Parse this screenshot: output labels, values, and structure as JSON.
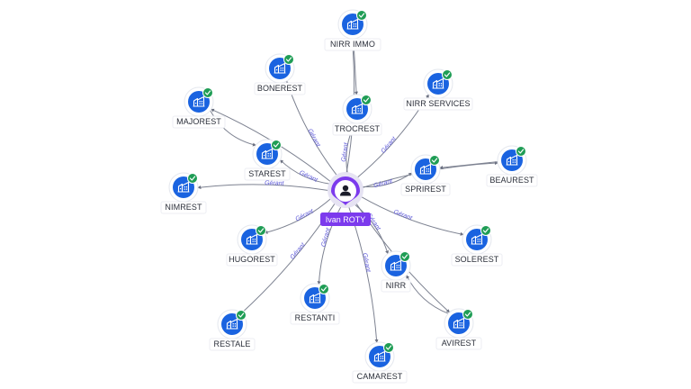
{
  "person": {
    "name": "Ivan ROTY",
    "icon": "user-icon",
    "color": "#7c3aed"
  },
  "relation_label": "Gérant",
  "companies": [
    {
      "id": "nirr-immo",
      "name": "NIRR IMMO",
      "edge_label": ""
    },
    {
      "id": "bonerest",
      "name": "BONEREST",
      "edge_label": "Gérant"
    },
    {
      "id": "majorest",
      "name": "MAJOREST",
      "edge_label": ""
    },
    {
      "id": "trocrest",
      "name": "TROCREST",
      "edge_label": "Gérant"
    },
    {
      "id": "nirr-services",
      "name": "NIRR SERVICES",
      "edge_label": "Gérant"
    },
    {
      "id": "starest",
      "name": "STAREST",
      "edge_label": "Gérant"
    },
    {
      "id": "sprirest",
      "name": "SPRIREST",
      "edge_label": "Gérant"
    },
    {
      "id": "beaurest",
      "name": "BEAUREST",
      "edge_label": ""
    },
    {
      "id": "nimrest",
      "name": "NIMREST",
      "edge_label": "Gérant"
    },
    {
      "id": "hugorest",
      "name": "HUGOREST",
      "edge_label": "Gérant"
    },
    {
      "id": "solerest",
      "name": "SOLEREST",
      "edge_label": "Gérant"
    },
    {
      "id": "nirr",
      "name": "NIRR",
      "edge_label": "Gérant"
    },
    {
      "id": "restanti",
      "name": "RESTANTI",
      "edge_label": "Gérant"
    },
    {
      "id": "restale",
      "name": "RESTALE",
      "edge_label": "Gérant"
    },
    {
      "id": "avirest",
      "name": "AVIREST",
      "edge_label": ""
    },
    {
      "id": "camarest",
      "name": "CAMAREST",
      "edge_label": "Gérant"
    }
  ],
  "company_icon": "building-icon",
  "verified_icon": "check-badge-icon",
  "colors": {
    "company_node": "#1a63e0",
    "verified_badge": "#1f9d55",
    "edge_label": "#5a56d8"
  }
}
